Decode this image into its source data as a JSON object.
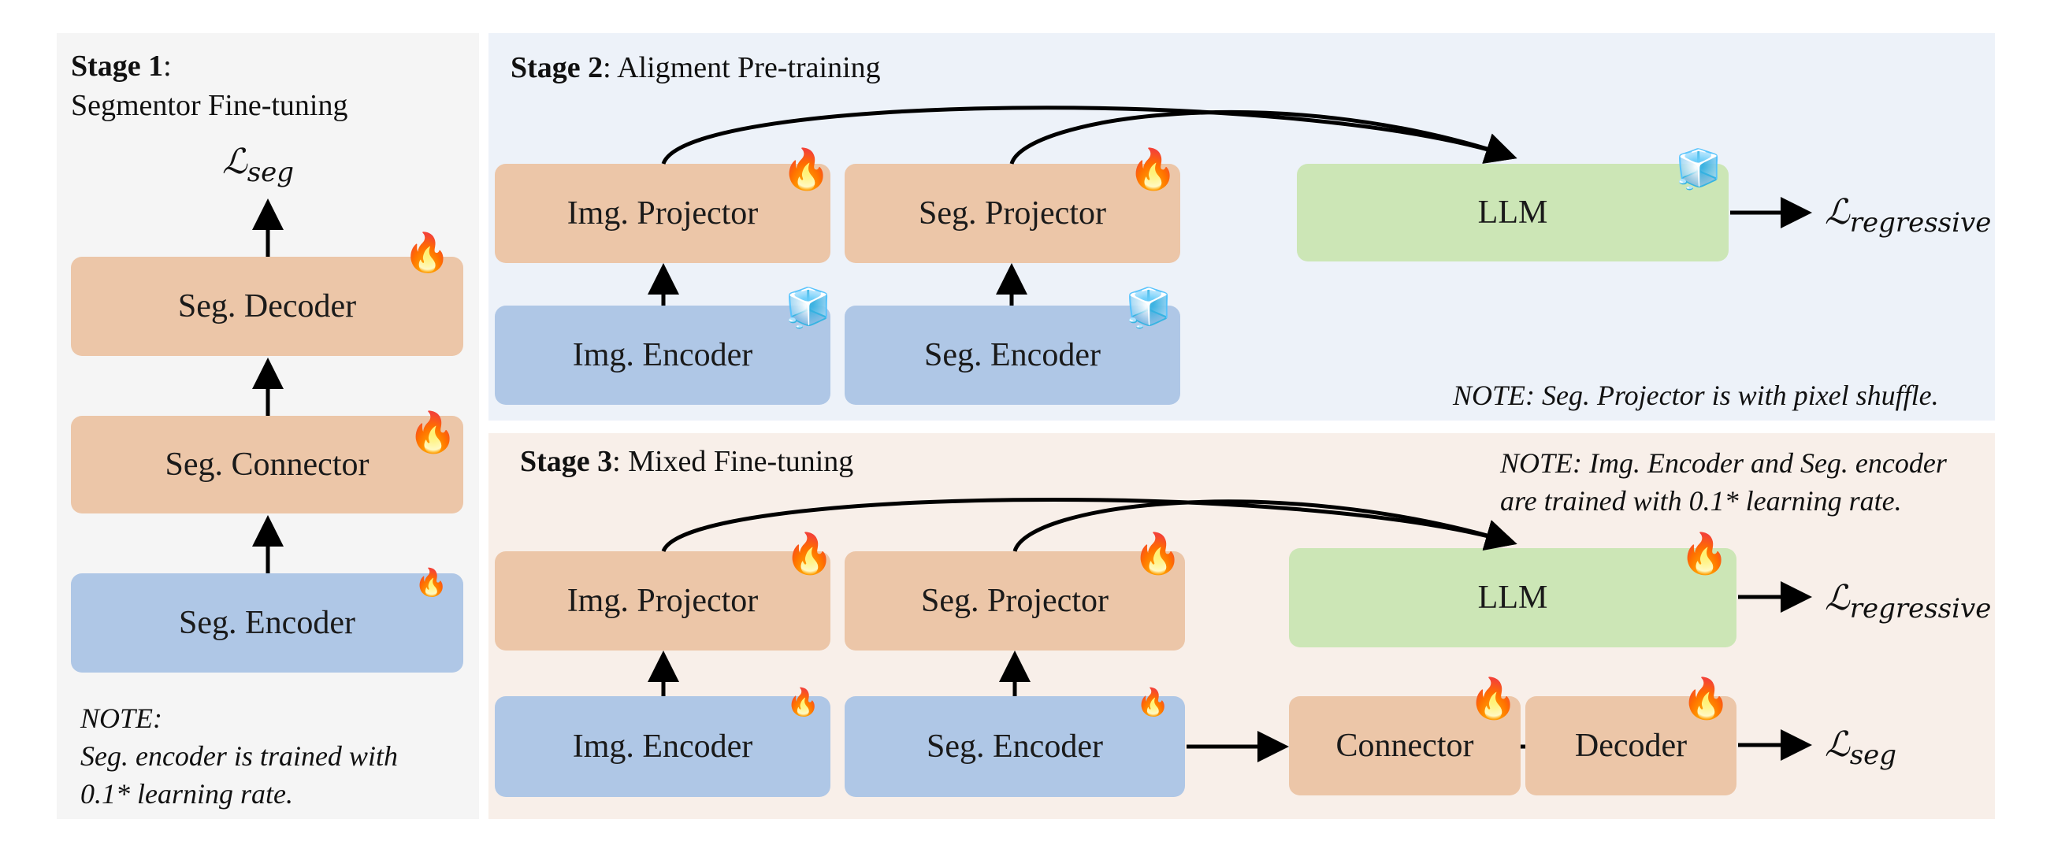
{
  "stage1": {
    "title_bold": "Stage 1",
    "title_rest": ":",
    "subtitle": "Segmentor Fine-tuning",
    "loss": {
      "script": "ℒ",
      "sub": "seg"
    },
    "boxes": {
      "decoder": "Seg. Decoder",
      "connector": "Seg. Connector",
      "encoder": "Seg. Encoder"
    },
    "note_lines": [
      "NOTE:",
      "Seg. encoder is trained with",
      "0.1* learning rate."
    ]
  },
  "stage2": {
    "title_bold": "Stage 2",
    "title_rest": ": Aligment Pre-training",
    "boxes": {
      "img_projector": "Img. Projector",
      "seg_projector": "Seg. Projector",
      "img_encoder": "Img. Encoder",
      "seg_encoder": "Seg. Encoder",
      "llm": "LLM"
    },
    "loss": {
      "script": "ℒ",
      "sub": "regressive"
    },
    "note": "NOTE: Seg. Projector is with pixel shuffle."
  },
  "stage3": {
    "title_bold": "Stage 3",
    "title_rest": ": Mixed Fine-tuning",
    "boxes": {
      "img_projector": "Img. Projector",
      "seg_projector": "Seg. Projector",
      "img_encoder": "Img. Encoder",
      "seg_encoder": "Seg. Encoder",
      "llm": "LLM",
      "connector": "Connector",
      "decoder": "Decoder"
    },
    "loss_regressive": {
      "script": "ℒ",
      "sub": "regressive"
    },
    "loss_seg": {
      "script": "ℒ",
      "sub": "seg"
    },
    "note_lines": [
      "NOTE: Img. Encoder and Seg. encoder",
      "are trained with 0.1* learning rate."
    ]
  },
  "icons": {
    "trainable": "fire-icon",
    "frozen": "ice-cube-icon",
    "fire_glyph": "🔥",
    "ice_glyph": "🧊"
  },
  "colors": {
    "stage1_bg": "#f5f5f5",
    "stage2_bg": "#edf2f9",
    "stage3_bg": "#f8efe9",
    "trainable_box": "#ecc6a8",
    "frozen_box": "#afc7e6",
    "llm_box": "#cce6b6"
  }
}
